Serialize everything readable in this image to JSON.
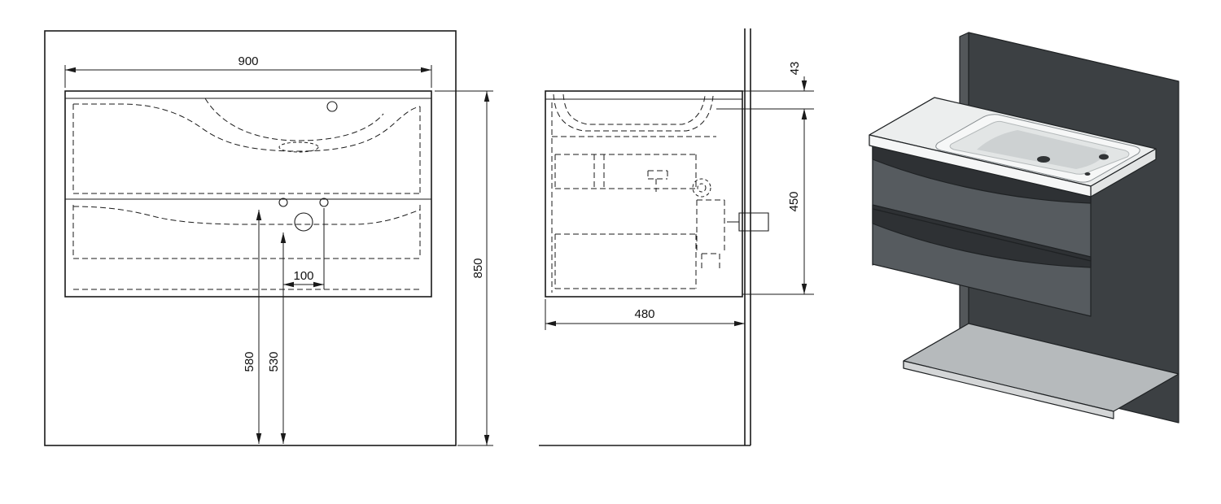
{
  "drawing": {
    "front_view": {
      "dim_width": "900",
      "dim_height": "850",
      "dim_drain_spacing": "100",
      "dim_drain_height_a": "580",
      "dim_drain_height_b": "530"
    },
    "side_view": {
      "dim_top_thickness": "43",
      "dim_body_height": "450",
      "dim_depth": "480"
    },
    "colors": {
      "background": "#ffffff",
      "line": "#1a1a1a",
      "panel_dark": "#3c4043",
      "panel_edge": "#53575a",
      "cabinet_front": "#565b5f",
      "cabinet_side": "#464a4d",
      "groove": "#2e3134",
      "counter": "#eceeee",
      "counter_edge": "#f5f6f6",
      "basin_shade": "#cdd1d2",
      "shelf": "#b6babc",
      "shelf_edge": "#d4d6d7"
    }
  }
}
